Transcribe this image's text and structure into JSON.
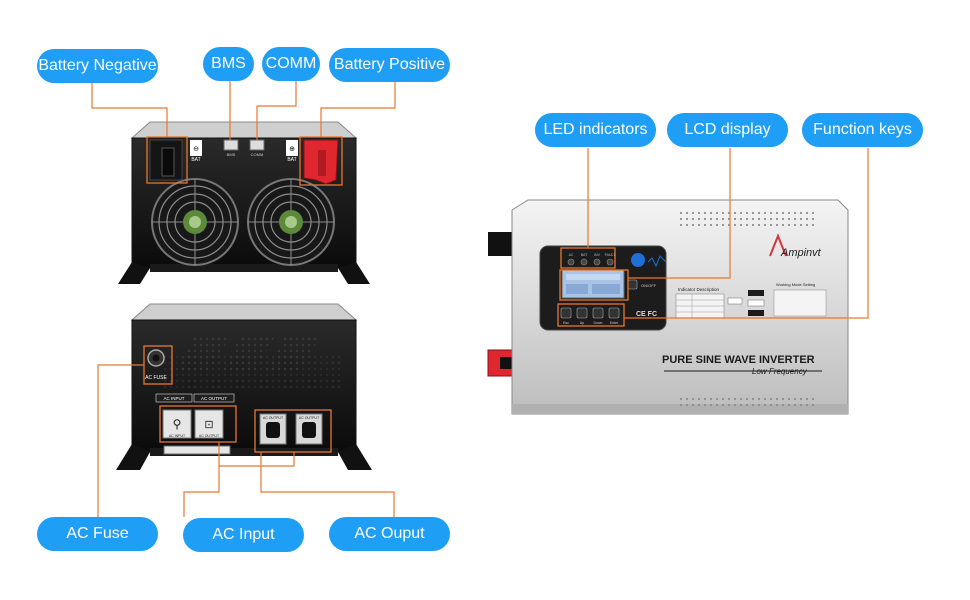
{
  "callouts": {
    "battery_negative": "Battery Negative",
    "bms": "BMS",
    "comm": "COMM",
    "battery_positive": "Battery Positive",
    "led_indicators": "LED indicators",
    "lcd_display": "LCD display",
    "function_keys": "Function keys",
    "ac_fuse": "AC Fuse",
    "ac_input": "AC Input",
    "ac_output": "AC Ouput"
  },
  "rear_top": {
    "bat_neg_label": "BAT",
    "bat_pos_label": "BAT",
    "bms_port": "BMS",
    "comm_port": "COMM"
  },
  "rear_bottom": {
    "ac_fuse": "AC FUSE",
    "ac_input_header": "AC INPUT",
    "ac_output_header": "AC OUTPUT",
    "ac_input_small": "AC INPUT",
    "ac_output_small": "AC OUTPUT",
    "outlet_label": "AC OUTPUT"
  },
  "front": {
    "brand": "Ampinvt",
    "product_title": "PURE SINE WAVE INVERTER",
    "product_subtitle": "Low Frequency",
    "indicator_description": "Indicator Description",
    "working_mode": "Working Mode Setting",
    "on_off": "ON/OFF",
    "led_labels": [
      "AC",
      "BAT",
      "INV",
      "FAULT"
    ],
    "key_labels": [
      "Esc",
      "Up",
      "Down",
      "Enter"
    ],
    "cert": "CE FC"
  },
  "colors": {
    "callout_blue": "#1f9ef5",
    "leader_orange": "#e8772e",
    "battery_red": "#e0262e"
  }
}
